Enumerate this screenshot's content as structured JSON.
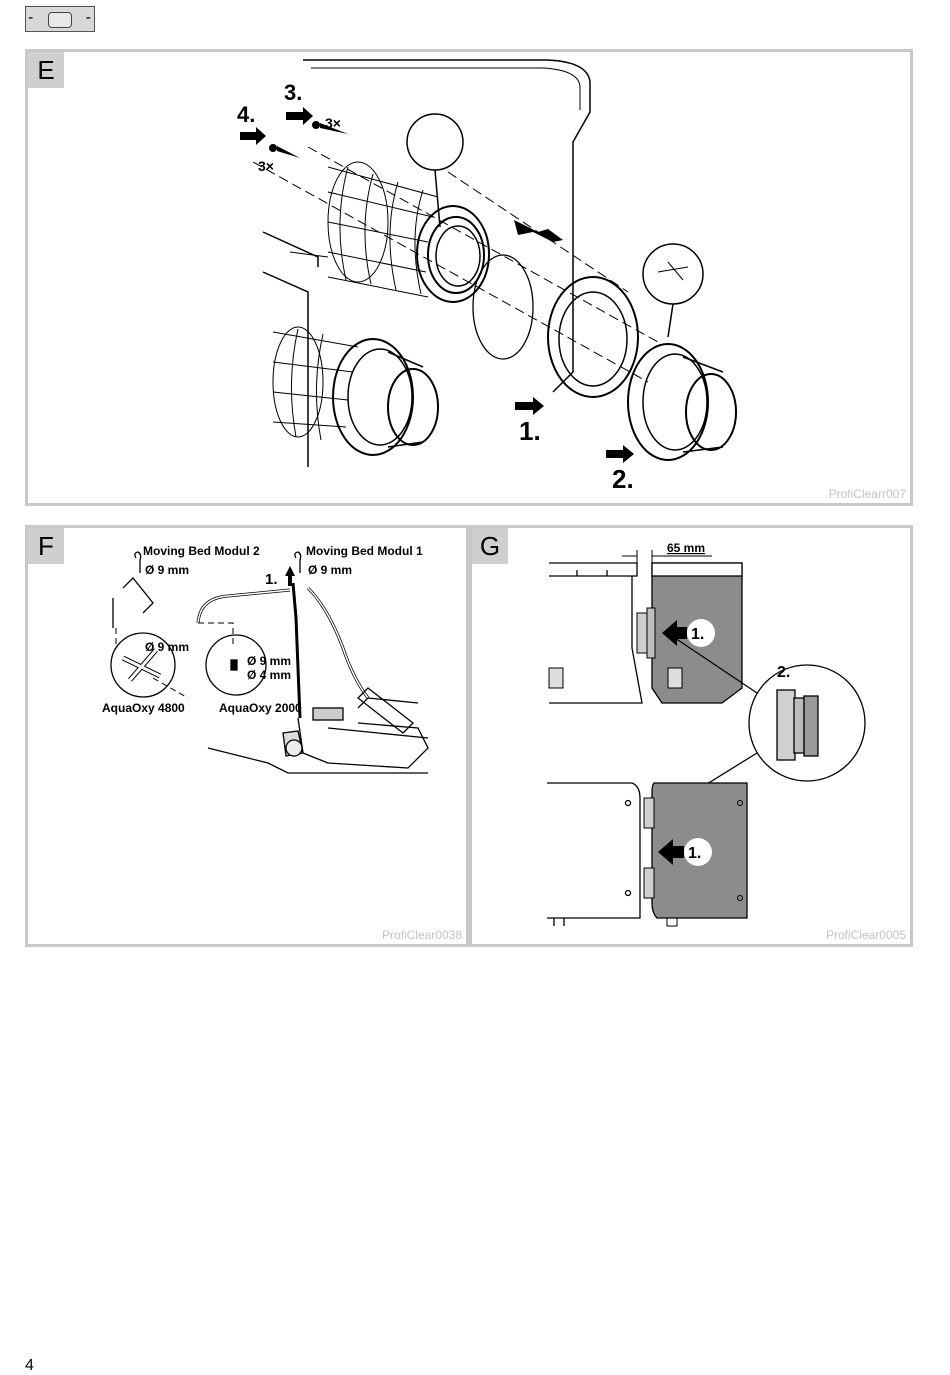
{
  "panels": {
    "e": {
      "letter": "E",
      "code": "ProfiClearr007",
      "steps": {
        "s1": "1.",
        "s2": "2.",
        "s3": "3.",
        "s4": "4."
      },
      "qty": "3×"
    },
    "f": {
      "letter": "F",
      "code": "ProfiClear0038",
      "labels": {
        "module2": "Moving Bed Modul 2",
        "module1": "Moving Bed Modul 1",
        "dia9": "Ø 9 mm",
        "dia4": "Ø 4 mm",
        "pump4800": "AquaOxy 4800",
        "pump2000": "AquaOxy 2000",
        "step": "1."
      }
    },
    "g": {
      "letter": "G",
      "code": "ProfiClear0005",
      "gap": "65 mm",
      "steps": {
        "s1": "1.",
        "s2": "2."
      }
    }
  },
  "page_number": "4"
}
